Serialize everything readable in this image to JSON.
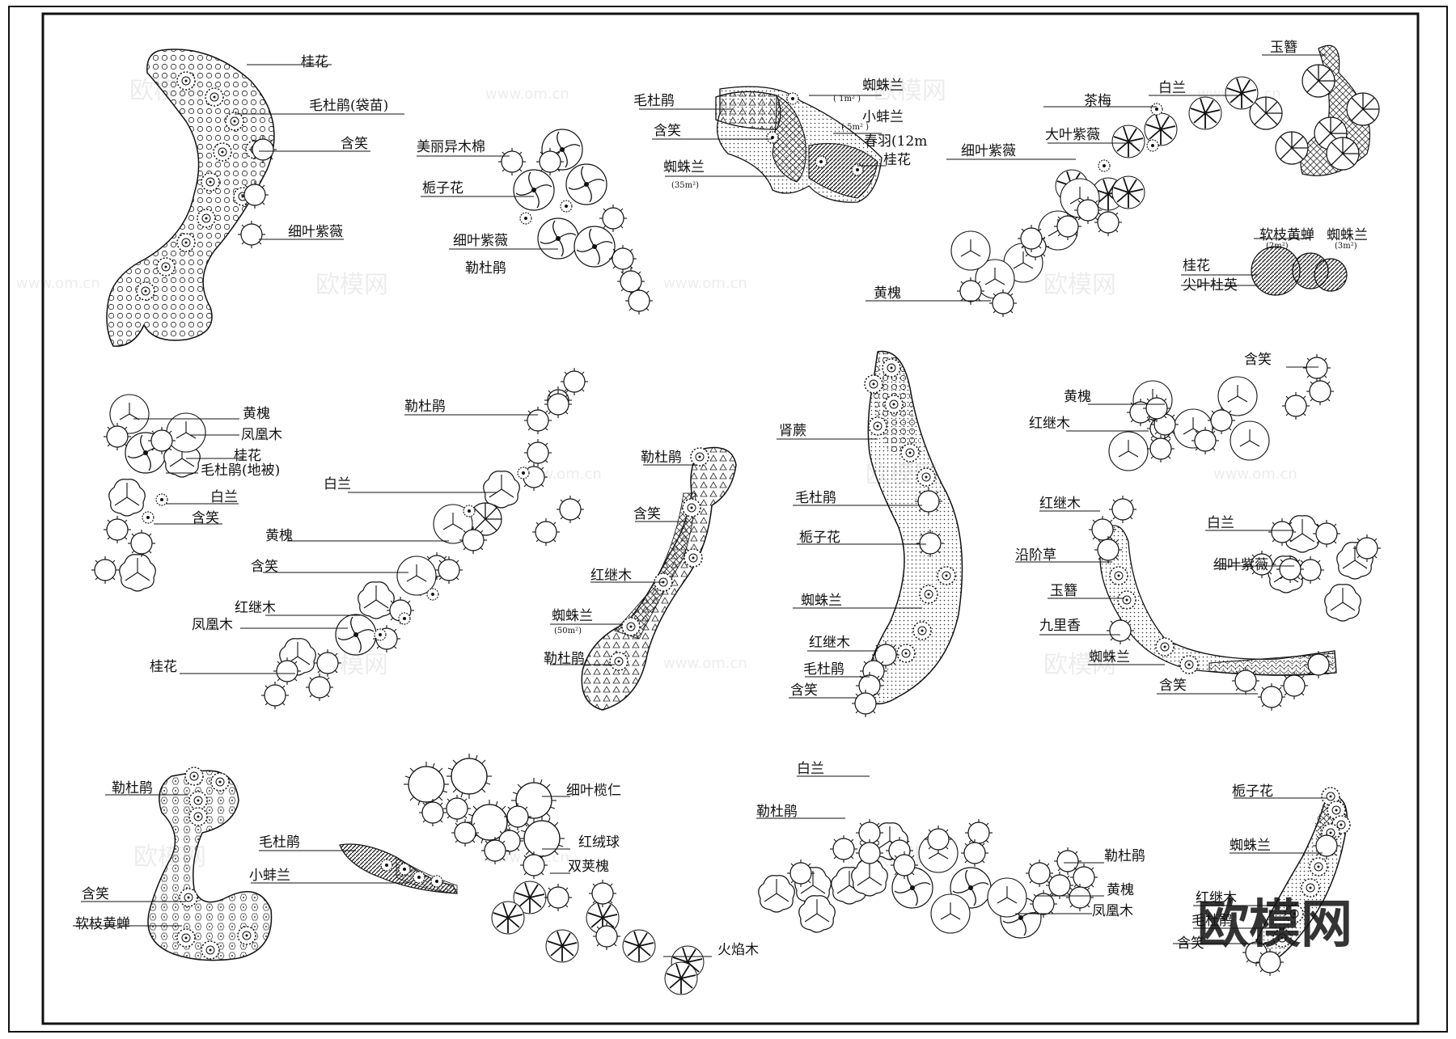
{
  "labels": {
    "g1": [
      "桂花",
      "毛杜鹃(袋苗)",
      "含笑",
      "细叶紫薇"
    ],
    "g2": [
      "美丽异木棉",
      "栀子花",
      "细叶紫薇",
      "勒杜鹃"
    ],
    "g3": [
      "毛杜鹃",
      "含笑",
      "蜘蛛兰",
      "蜘蛛兰",
      "小蚌兰",
      "春羽(12m",
      "桂花"
    ],
    "g3_small": [
      "(35m²)",
      "( 1m² )",
      "( 5m² )"
    ],
    "g4": [
      "玉簪",
      "白兰",
      "茶梅",
      "大叶紫薇",
      "细叶紫薇",
      "黄槐",
      "软枝黄蝉",
      "蜘蛛兰",
      "桂花",
      "尖叶杜英"
    ],
    "g4_small": [
      "(2m²)",
      "(3m²)"
    ],
    "g5": [
      "黄槐",
      "凤凰木",
      "桂花",
      "毛杜鹃(地被)",
      "白兰",
      "含笑"
    ],
    "g6": [
      "勒杜鹃",
      "白兰",
      "黄槐",
      "含笑",
      "红继木",
      "凤凰木",
      "桂花"
    ],
    "g7": [
      "勒杜鹃",
      "含笑",
      "红继木",
      "蜘蛛兰",
      "勒杜鹃"
    ],
    "g7_small": [
      "(50m²)"
    ],
    "g8": [
      "肾蕨",
      "毛杜鹃",
      "栀子花",
      "蜘蛛兰",
      "红继木",
      "毛杜鹃",
      "含笑"
    ],
    "g9": [
      "含笑",
      "黄槐",
      "红继木"
    ],
    "g10": [
      "红继木",
      "沿阶草",
      "玉簪",
      "九里香",
      "蜘蛛兰",
      "含笑"
    ],
    "g11": [
      "白兰",
      "细叶紫薇"
    ],
    "g12": [
      "勒杜鹃",
      "含笑",
      "软枝黄蝉"
    ],
    "g13": [
      "毛杜鹃",
      "小蚌兰"
    ],
    "g14": [
      "细叶榄仁",
      "红绒球",
      "双荚槐",
      "火焰木"
    ],
    "g15": [
      "白兰",
      "勒杜鹃",
      "勒杜鹃",
      "黄槐",
      "凤凰木"
    ],
    "g16": [
      "栀子花",
      "蜘蛛兰",
      "红继木",
      "毛杜鹃",
      "含笑"
    ]
  },
  "watermark": {
    "cn": "欧模网",
    "url": "www.om.cn"
  },
  "brand": "欧模网"
}
